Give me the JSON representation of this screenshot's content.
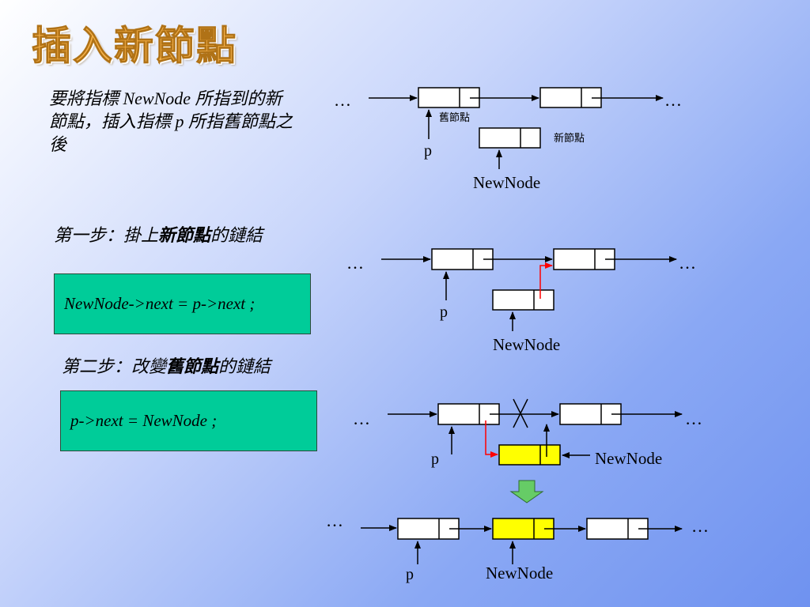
{
  "title": "插入新節點",
  "description": "要將指標 NewNode 所指到的新節點，插入指標 p 所指舊節點之後",
  "step1": {
    "prefix": "第一步：掛上",
    "bold": "新節點",
    "suffix": "的鏈結",
    "code": "NewNode->next = p->next ;"
  },
  "step2": {
    "prefix": "第二步：改變",
    "bold": "舊節點",
    "suffix": "的鏈結",
    "code": "p->next = NewNode ;"
  },
  "labels": {
    "ellipsis": "…",
    "p": "p",
    "newnode": "NewNode",
    "old_node": "舊節點",
    "new_node": "新節點"
  },
  "colors": {
    "node_fill": "#ffffff",
    "new_node_highlight": "#ffff00",
    "new_link": "#ff0000",
    "code_box": "#00cc99",
    "down_arrow": "#66cc66"
  }
}
